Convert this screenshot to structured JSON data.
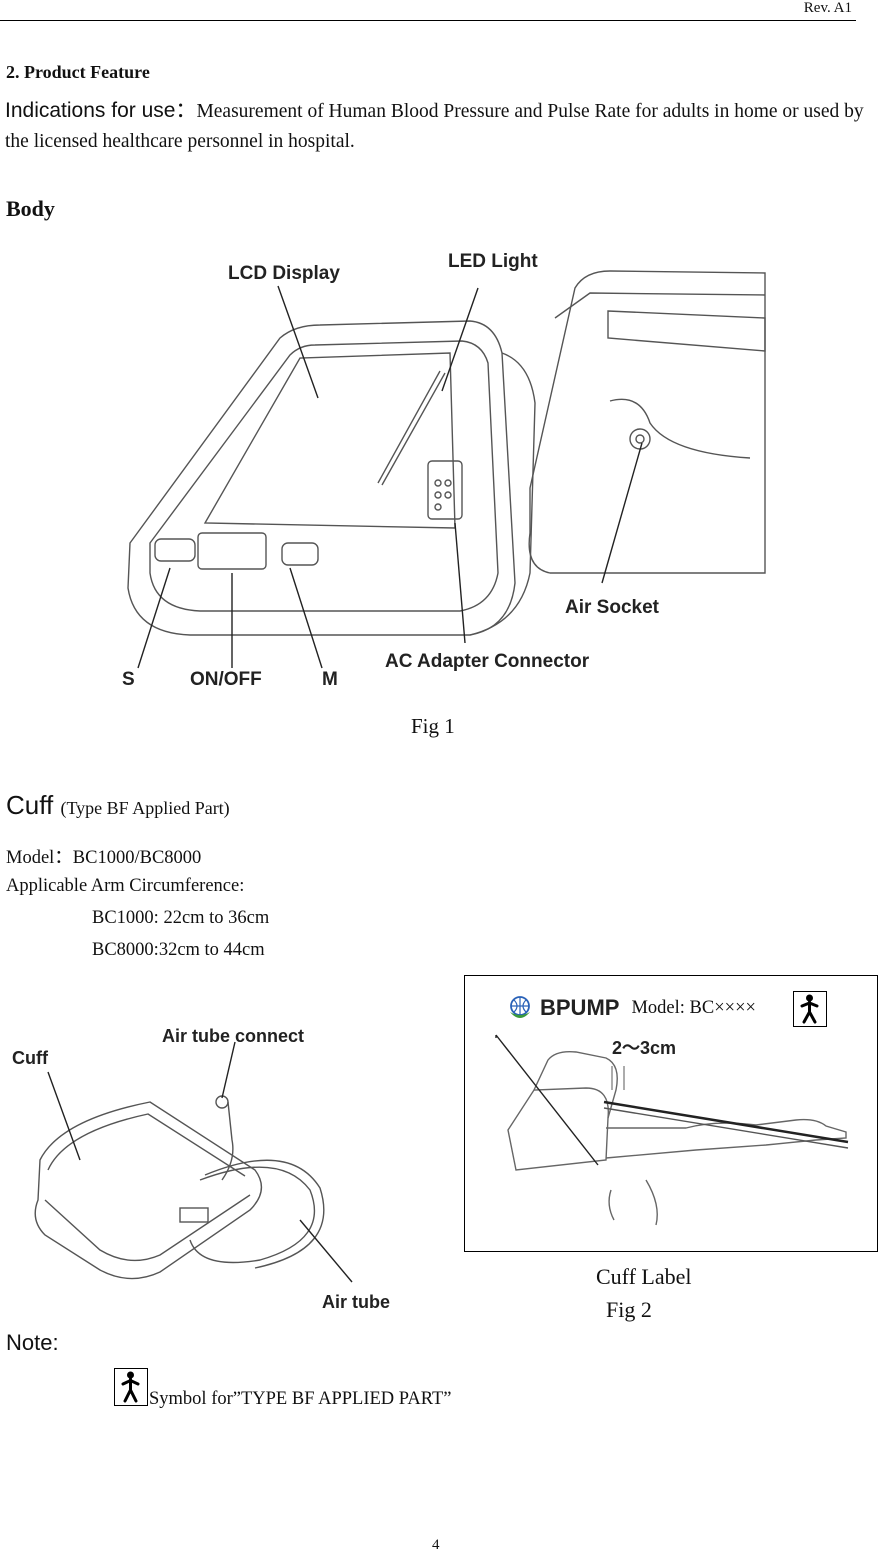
{
  "header": {
    "revision": "Rev. A1"
  },
  "section": {
    "title": "2. Product Feature",
    "indications_label": "Indications for use：",
    "indications_text": "Measurement of Human Blood Pressure and Pulse Rate for adults in home or used by the licensed healthcare personnel in hospital."
  },
  "body_section": {
    "title": "Body",
    "figure_labels": {
      "lcd": "LCD Display",
      "led": "LED Light",
      "air_socket": "Air Socket",
      "ac": "AC Adapter Connector",
      "s": "S",
      "onoff": "ON/OFF",
      "m": "M"
    },
    "caption": "Fig 1"
  },
  "cuff_section": {
    "title": "Cuff",
    "subtitle": "(Type BF Applied Part)",
    "model": "Model：BC1000/BC8000",
    "arm_label": "Applicable Arm Circumference:",
    "bc1000": "BC1000: 22cm to 36cm",
    "bc8000": "BC8000:32cm to 44cm",
    "figure_labels": {
      "cuff": "Cuff",
      "air_tube_connect": "Air tube connect",
      "air_tube": "Air tube"
    },
    "label_card": {
      "brand": "BPUMP",
      "model": "Model: BC××××",
      "measure": "2～3cm"
    },
    "cuff_label_caption": "Cuff Label",
    "caption": "Fig 2"
  },
  "note": {
    "title": "Note:",
    "symbol_text": "Symbol for”TYPE BF APPLIED PART”"
  },
  "footer": {
    "page_number": "4"
  },
  "icons": [
    "bf-applied-part-icon",
    "bpump-logo-icon"
  ]
}
